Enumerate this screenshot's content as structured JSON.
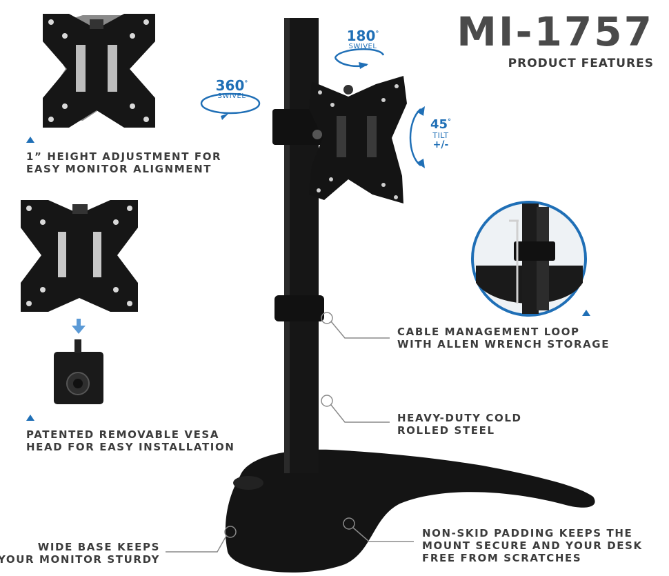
{
  "header": {
    "model": "MI-1757",
    "subtitle": "PRODUCT FEATURES"
  },
  "rotation_labels": {
    "swivel_360": {
      "angle": "360",
      "label": "SWIVEL"
    },
    "swivel_180": {
      "angle": "180",
      "label": "SWIVEL"
    },
    "tilt_45": {
      "angle": "45",
      "label": "TILT",
      "range": "+/-"
    }
  },
  "features": {
    "height": {
      "line1": "1” HEIGHT ADJUSTMENT FOR",
      "line2": "EASY MONITOR ALIGNMENT"
    },
    "vesa": {
      "line1": "PATENTED REMOVABLE VESA",
      "line2": "HEAD FOR EASY INSTALLATION"
    },
    "cable": {
      "line1": "CABLE MANAGEMENT LOOP",
      "line2": "WITH ALLEN WRENCH STORAGE"
    },
    "steel": {
      "line1": "HEAVY-DUTY COLD",
      "line2": "ROLLED STEEL"
    },
    "base": {
      "line1": "WIDE BASE KEEPS",
      "line2": "YOUR MONITOR STURDY"
    },
    "padding": {
      "line1": "NON-SKID PADDING KEEPS THE",
      "line2": "MOUNT SECURE AND YOUR DESK",
      "line3": "FREE FROM SCRATCHES"
    }
  },
  "colors": {
    "accent": "#1f6fb6",
    "product": "#1a1a1a",
    "text": "#3c3c3c"
  },
  "icons": [
    "swivel-arrow-icon",
    "tilt-arrow-icon",
    "triangle-marker-icon",
    "down-arrow-icon"
  ]
}
